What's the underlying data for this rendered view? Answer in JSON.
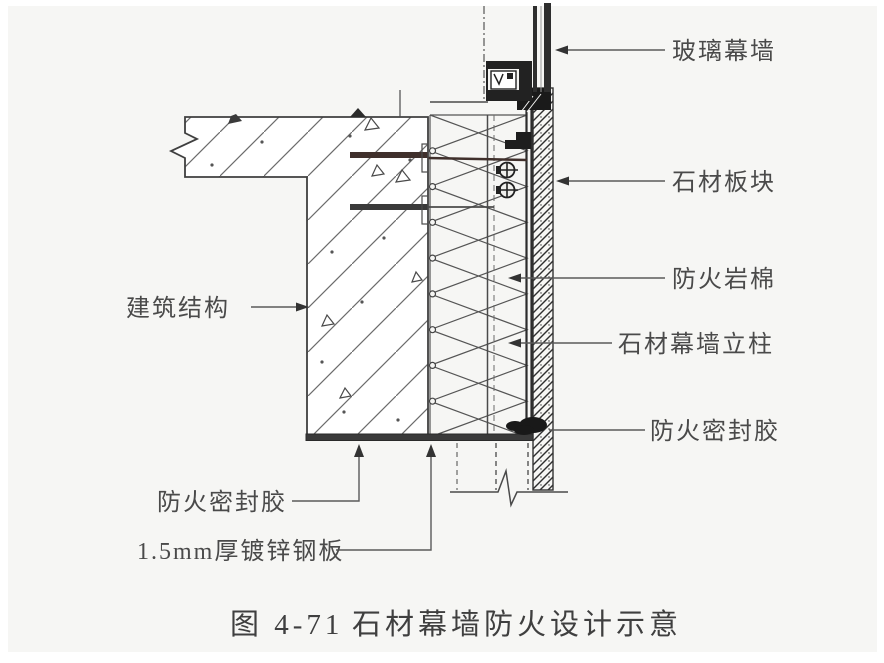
{
  "figure": {
    "caption_number": "图 4-71",
    "caption_title": "石材幕墙防火设计示意"
  },
  "callouts": {
    "glass_curtain_wall": "玻璃幕墙",
    "stone_panel": "石材板块",
    "fireproof_rock_wool": "防火岩棉",
    "stone_curtain_wall_mullion": "石材幕墙立柱",
    "fireproof_sealant_right": "防火密封胶",
    "building_structure": "建筑结构",
    "fireproof_sealant_bottom": "防火密封胶",
    "galvanized_steel_plate": "1.5mm厚镀锌钢板"
  },
  "colors": {
    "background": "#f6f6f4",
    "line": "#3f3f3f",
    "ink_black": "#1c1c1c",
    "text": "#4a4a4a"
  }
}
